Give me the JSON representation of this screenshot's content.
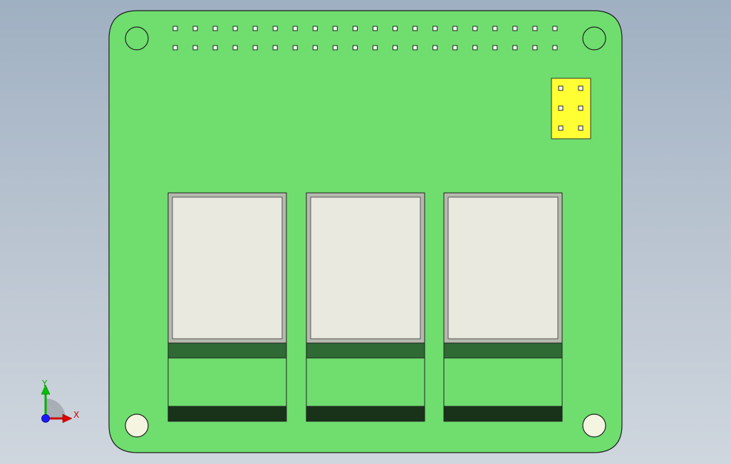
{
  "scene": {
    "background_colors": [
      "#9fb0c2",
      "#cfd6de"
    ],
    "board_color": "#6fde6f",
    "header_color": "#ffff33",
    "relay_face_color": "#e9e9df",
    "relay_band_dark": "#2f6a34",
    "relay_band_darker": "#18331a",
    "mount_hole_color": "#f4f4e0",
    "gpio_pin_count": 40,
    "header_pin_count": 6,
    "relay_count": 3,
    "mounting_hole_count": 4
  },
  "triad": {
    "y_label": "Y",
    "x_label": "X",
    "y_color": "#00b000",
    "x_color": "#d00000",
    "z_color": "#1a1aff"
  }
}
